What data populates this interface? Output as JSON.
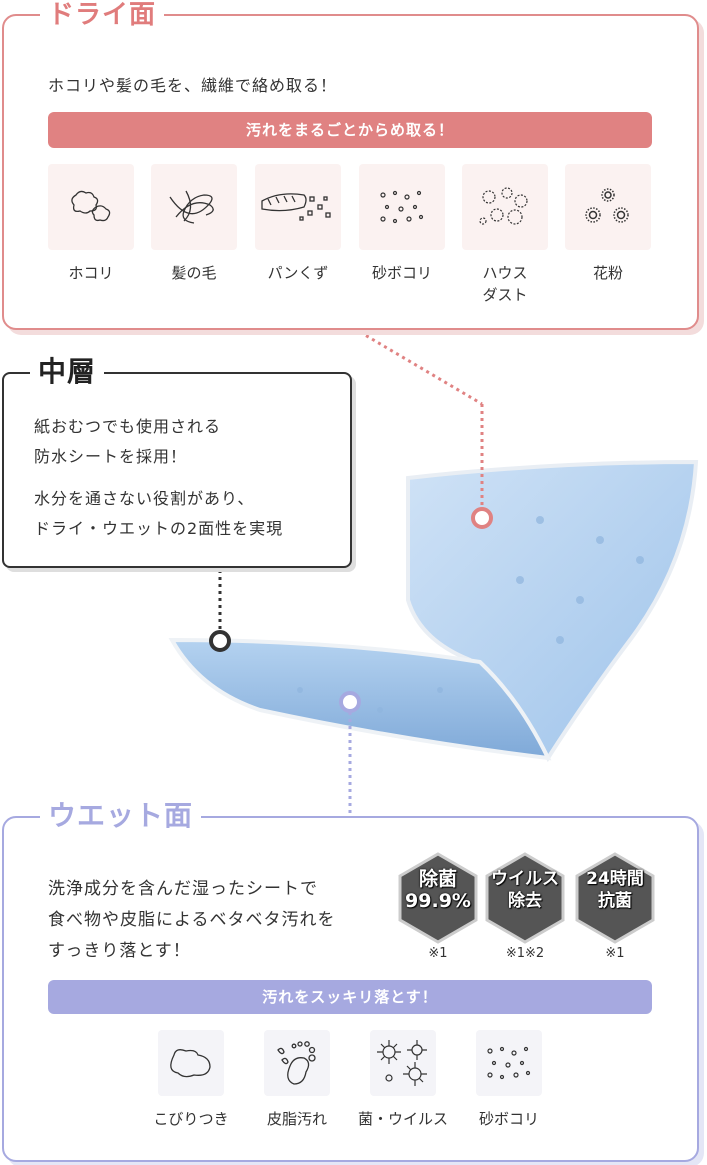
{
  "dry": {
    "title": "ドライ面",
    "description": "ホコリや髪の毛を、繊維で絡め取る！",
    "banner": "汚れをまるごとからめ取る！",
    "items": [
      {
        "label": "ホコリ",
        "icon": "dust-icon"
      },
      {
        "label": "髪の毛",
        "icon": "hair-icon"
      },
      {
        "label": "パンくず",
        "icon": "bread-crumbs-icon"
      },
      {
        "label": "砂ボコリ",
        "icon": "sand-dust-icon"
      },
      {
        "label": "ハウス\nダスト",
        "icon": "house-dust-icon"
      },
      {
        "label": "花粉",
        "icon": "pollen-icon"
      }
    ]
  },
  "middle": {
    "title": "中層",
    "line1": "紙おむつでも使用される",
    "line2": "防水シートを採用！",
    "line3": "水分を通さない役割があり、",
    "line4": "ドライ・ウエットの2面性を実現"
  },
  "wet": {
    "title": "ウエット面",
    "line1": "洗浄成分を含んだ湿ったシートで",
    "line2": "食べ物や皮脂によるベタベタ汚れを",
    "line3": "すっきり落とす！",
    "banner": "汚れをスッキリ落とす！",
    "badges": [
      {
        "text": "除菌\n99.9%",
        "note": "※1"
      },
      {
        "text": "ウイルス\n除去",
        "note": "※1※2"
      },
      {
        "text": "24時間\n抗菌",
        "note": "※1"
      }
    ],
    "items": [
      {
        "label": "こびりつき",
        "icon": "stain-icon"
      },
      {
        "label": "皮脂汚れ",
        "icon": "footprint-icon"
      },
      {
        "label": "菌・ウイルス",
        "icon": "germ-virus-icon"
      },
      {
        "label": "砂ボコリ",
        "icon": "sand-dust-icon"
      }
    ]
  },
  "colors": {
    "dry_accent": "#e08282",
    "middle_accent": "#333333",
    "wet_accent": "#a6a9e0",
    "sheet_blue": "#a9cdee"
  }
}
